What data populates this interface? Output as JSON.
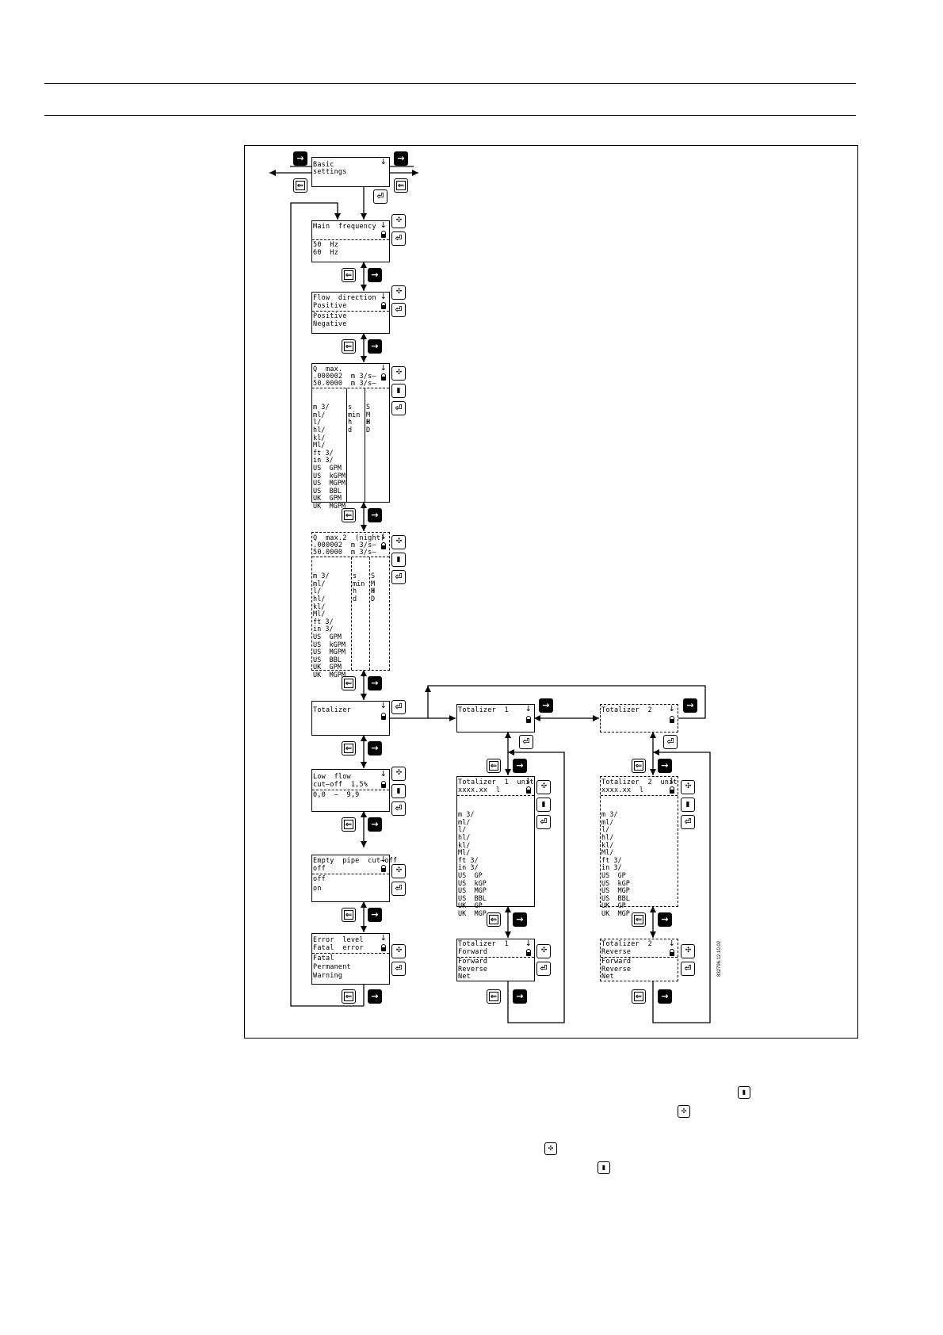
{
  "figure_id": "832796.12.10.02",
  "boxes": {
    "basic": [
      "Basic",
      "settings"
    ],
    "main_freq": {
      "title": "Main  frequency",
      "options": [
        "50  Hz",
        "60  Hz"
      ]
    },
    "flow_dir": {
      "title": "Flow  direction",
      "current": "Positive",
      "options": [
        "Positive",
        "Negative"
      ]
    },
    "qmax": {
      "title": "Q  max.",
      "line2": ".000002  m 3/s–",
      "line3": "50.0000  m 3/s–",
      "units": [
        "m 3/",
        "ml/",
        "l/",
        "hl/",
        "kl/",
        "Ml/",
        "ft 3/",
        "in 3/",
        "US  GPM",
        "US  kGPM",
        "US  MGPM",
        "US  BBL",
        "UK  GPM",
        "UK  MGPM"
      ],
      "time": [
        "s",
        "min",
        "h",
        "d"
      ],
      "scale": [
        "S",
        "M",
        "H",
        "D"
      ]
    },
    "qmax2": {
      "title": "Q  max.2  (night)",
      "line2": ".000002  m 3/s–",
      "line3": "50.0000  m 3/s–",
      "units": [
        "m 3/",
        "ml/",
        "l/",
        "hl/",
        "kl/",
        "Ml/",
        "ft 3/",
        "in 3/",
        "US  GPM",
        "US  kGPM",
        "US  MGPM",
        "US  BBL",
        "UK  GPM",
        "UK  MGPM"
      ],
      "time": [
        "s",
        "min",
        "h",
        "d"
      ],
      "scale": [
        "S",
        "M",
        "H",
        "D"
      ]
    },
    "totalizer": "Totalizer",
    "low_flow": {
      "title": "Low  flow",
      "current": "cut–off  1,5%",
      "range": "0,0  –  9,9"
    },
    "empty_pipe": {
      "title": "Empty  pipe  cut–off",
      "current": "off",
      "options": [
        "off",
        "on"
      ]
    },
    "error_level": {
      "title": "Error  level",
      "current": "Fatal  error",
      "options": [
        "Fatal",
        "Permanent",
        "Warning"
      ]
    },
    "tot1": "Totalizer  1",
    "tot1_unit": {
      "title": "Totalizer  1  unit",
      "current": "xxxx.xx  l",
      "units": [
        "m 3/",
        "ml/",
        "l/",
        "hl/",
        "kl/",
        "Ml/",
        "ft 3/",
        "in 3/",
        "US  GP",
        "US  kGP",
        "US  MGP",
        "US  BBL",
        "UK  GP",
        "UK  MGP"
      ]
    },
    "tot1_mode": {
      "title": "Totalizer  1",
      "current": "Forward",
      "options": [
        "Forward",
        "Reverse",
        "Net"
      ]
    },
    "tot2": "Totalizer  2",
    "tot2_unit": {
      "title": "Totalizer  2  unit",
      "current": "xxxx.xx  l",
      "units": [
        "m 3/",
        "ml/",
        "l/",
        "hl/",
        "kl/",
        "Ml/",
        "ft 3/",
        "in 3/",
        "US  GP",
        "US  kGP",
        "US  MGP",
        "US  BBL",
        "UK  GP",
        "UK  MGP"
      ]
    },
    "tot2_mode": {
      "title": "Totalizer  2",
      "current": "Reverse",
      "options": [
        "Forward",
        "Reverse",
        "Net"
      ]
    }
  },
  "icons": {
    "next": "→",
    "escape": "⇐",
    "enter": "⏎",
    "select": "✣",
    "toggle": "▮"
  }
}
